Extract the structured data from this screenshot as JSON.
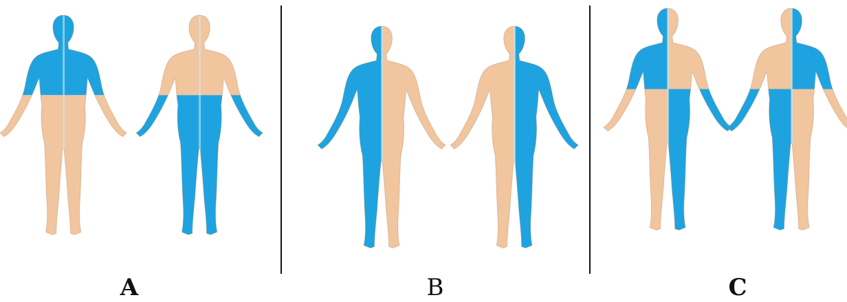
{
  "panels": [
    {
      "label": "A",
      "label_bold": true,
      "figures": [
        {
          "pattern": "top-blue",
          "colors": {
            "upper": "#1ea3e0",
            "lower": "#f1c59e"
          }
        },
        {
          "pattern": "bottom-blue",
          "colors": {
            "upper": "#f1c59e",
            "lower": "#1ea3e0"
          }
        }
      ]
    },
    {
      "label": "B",
      "label_bold": false,
      "figures": [
        {
          "pattern": "left-blue",
          "colors": {
            "left": "#1ea3e0",
            "right": "#f1c59e"
          }
        },
        {
          "pattern": "right-blue",
          "colors": {
            "left": "#f1c59e",
            "right": "#1ea3e0"
          }
        }
      ]
    },
    {
      "label": "C",
      "label_bold": true,
      "figures": [
        {
          "pattern": "quadrant-ul-lr",
          "colors": {
            "ul": "#1ea3e0",
            "ur": "#f1c59e",
            "ll": "#f1c59e",
            "lr": "#1ea3e0"
          }
        },
        {
          "pattern": "quadrant-ur-ll",
          "colors": {
            "ul": "#f1c59e",
            "ur": "#1ea3e0",
            "ll": "#1ea3e0",
            "lr": "#f1c59e"
          }
        }
      ]
    }
  ],
  "colors": {
    "blue": "#1ea3e0",
    "skin": "#f1c59e",
    "divider": "#111111"
  }
}
